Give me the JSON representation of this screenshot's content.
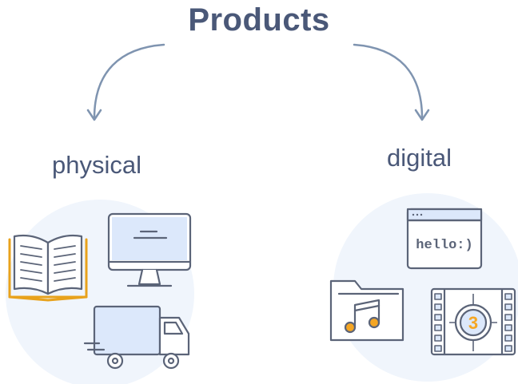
{
  "title": "Products",
  "categories": {
    "physical": {
      "label": "physical",
      "items": [
        "book-icon",
        "monitor-icon",
        "delivery-truck-icon"
      ]
    },
    "digital": {
      "label": "digital",
      "items": [
        "browser-window-icon",
        "music-folder-icon",
        "film-countdown-icon"
      ],
      "browser_text": "hello:)",
      "countdown_number": "3"
    }
  },
  "colors": {
    "title": "#4a5878",
    "stroke": "#5b6478",
    "arrow": "#7f94b0",
    "circle_bg": "#f0f5fc",
    "accent": "#f5a623",
    "icon_fill_light": "#dce8fb"
  }
}
